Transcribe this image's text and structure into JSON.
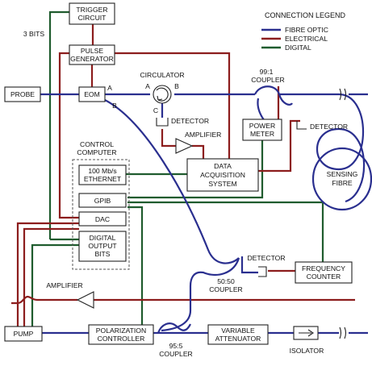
{
  "legend": {
    "title": "CONNECTION LEGEND",
    "items": [
      {
        "label": "FIBRE OPTIC",
        "color": "#2a2f8f"
      },
      {
        "label": "ELECTRICAL",
        "color": "#8c1d1d"
      },
      {
        "label": "DIGITAL",
        "color": "#1f5c2e"
      }
    ]
  },
  "labels": {
    "bits": "3 BITS",
    "circulator": "CIRCULATOR",
    "port_a": "A",
    "port_b": "B",
    "port_c": "C",
    "eom_a": "A",
    "eom_b": "B",
    "detector_circ": "DETECTOR",
    "amplifier_circ": "AMPLIFIER",
    "coupler_99_1": "99:1",
    "coupler_word_99": "COUPLER",
    "detector_right": "DETECTOR",
    "control_computer_1": "CONTROL",
    "control_computer_2": "COMPUTER",
    "detector_mid": "DETECTOR",
    "coupler_50_50": "50:50",
    "coupler_word_50": "COUPLER",
    "amplifier_low": "AMPLIFIER",
    "coupler_95_5": "95:5",
    "coupler_word_95": "COUPLER",
    "isolator": "ISOLATOR"
  },
  "boxes": {
    "trigger_1": "TRIGGER",
    "trigger_2": "CIRCUIT",
    "pulse_1": "PULSE",
    "pulse_2": "GENERATOR",
    "probe": "PROBE",
    "eom": "EOM",
    "power_meter_1": "POWER",
    "power_meter_2": "METER",
    "sensing_1": "SENSING",
    "sensing_2": "FIBRE",
    "ethernet_1": "100 Mb/s",
    "ethernet_2": "ETHERNET",
    "gpib": "GPIB",
    "dac": "DAC",
    "digital_1": "DIGITAL",
    "digital_2": "OUTPUT",
    "digital_3": "BITS",
    "daq_1": "DATA",
    "daq_2": "ACQUISITION",
    "daq_3": "SYSTEM",
    "freq_1": "FREQUENCY",
    "freq_2": "COUNTER",
    "pump": "PUMP",
    "polarization_1": "POLARIZATION",
    "polarization_2": "CONTROLLER",
    "attenuator_1": "VARIABLE",
    "attenuator_2": "ATTENUATOR"
  }
}
